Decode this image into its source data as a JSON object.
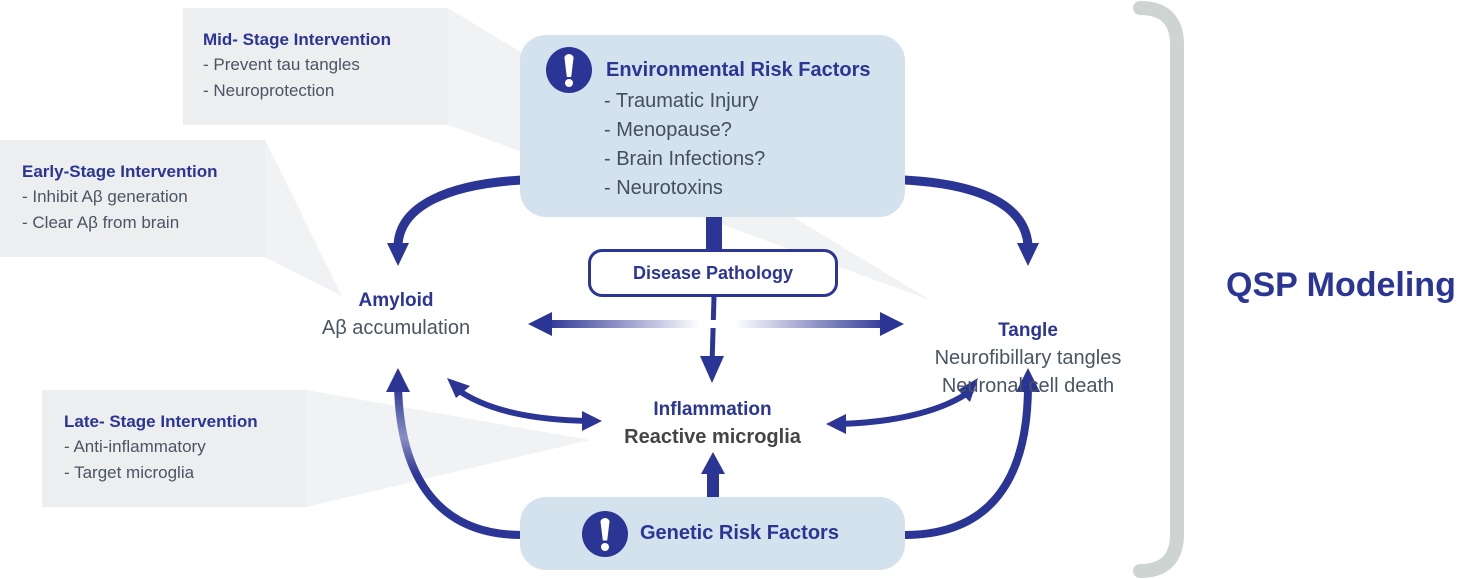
{
  "colors": {
    "accent": "#2b3595",
    "callout_bg": "#eceef0",
    "risk_box_bg": "#d4e2ee",
    "text_gray": "#4a5563",
    "bracket": "#ced4d2"
  },
  "callouts": {
    "mid_stage": {
      "title": "Mid- Stage Intervention",
      "items": [
        "- Prevent tau tangles",
        "- Neuroprotection"
      ]
    },
    "early_stage": {
      "title": "Early-Stage Intervention",
      "items": [
        "- Inhibit Aβ generation",
        "- Clear Aβ from brain"
      ]
    },
    "late_stage": {
      "title": "Late- Stage Intervention",
      "items": [
        "- Anti-inflammatory",
        "- Target microglia"
      ]
    }
  },
  "environmental": {
    "icon": "exclamation-icon",
    "title": "Environmental Risk Factors",
    "items": [
      "- Traumatic Injury",
      "- Menopause?",
      "- Brain Infections?",
      "- Neurotoxins"
    ]
  },
  "genetic": {
    "icon": "exclamation-icon",
    "title": "Genetic Risk Factors"
  },
  "pathology": {
    "label": "Disease Pathology"
  },
  "nodes": {
    "amyloid": {
      "title": "Amyloid",
      "subtitle": "Aβ accumulation"
    },
    "tangle": {
      "title": "Tangle",
      "lines": [
        "Neurofibillary tangles",
        "Neuronal cell death"
      ]
    },
    "inflammation": {
      "title": "Inflammation",
      "subtitle": "Reactive microglia"
    }
  },
  "qsp": {
    "label": "QSP Modeling"
  }
}
